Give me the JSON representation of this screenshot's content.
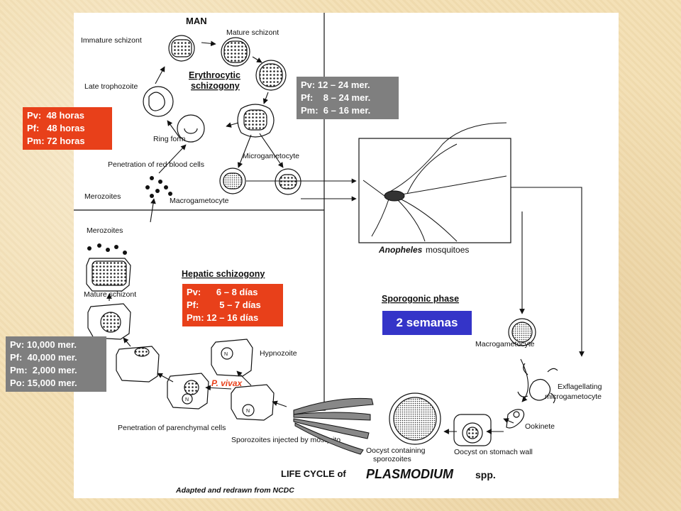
{
  "labels": {
    "man": "MAN",
    "immature_schizont": "Immature schizont",
    "mature_schizont_top": "Mature schizont",
    "erythrocytic_line1": "Erythrocytic",
    "erythrocytic_line2": "schizogony",
    "late_trophozoite": "Late trophozoite",
    "ring_form": "Ring form",
    "microgametocyte": "Microgametocyte",
    "penetration_rbc": "Penetration of red blood cells",
    "merozoites_top": "Merozoites",
    "macrogametocyte_left": "Macrogametocyte",
    "merozoites_bottom": "Merozoites",
    "mature_schizont_bottom": "Mature schizont",
    "hepatic_schizogony": "Hepatic schizogony",
    "anopheles": "Anopheles",
    "mosquitoes": "mosquitoes",
    "sporogonic_phase": "Sporogonic phase",
    "macrogametocyte_right": "Macrogametocyte",
    "hypnozoite": "Hypnozoite",
    "p_vivax": "P. vivax",
    "exflagellating_line1": "Exflagellating",
    "exflagellating_line2": "microgametocyte",
    "ookinete": "Ookinete",
    "penetration_parenchymal": "Penetration of parenchymal cells",
    "sporozoites_injected": "Sporozoites injected by mosquito",
    "oocyst_sporozoites_line1": "Oocyst containing",
    "oocyst_sporozoites_line2": "sporozoites",
    "oocyst_stomach": "Oocyst on stomach wall",
    "life_cycle_of": "LIFE CYCLE of",
    "plasmodium": "PLASMODIUM",
    "spp": "spp.",
    "adapted": "Adapted and redrawn from NCDC",
    "nucleus": "N"
  },
  "boxes": {
    "erythrocytic_duration": [
      "Pv:  48 horas",
      "Pf:   48 horas",
      "Pm: 72 horas"
    ],
    "merozoites_per_schizont_blood": [
      "Pv: 12 – 24 mer.",
      "Pf:    8 – 24 mer.",
      "Pm:  6 – 16 mer."
    ],
    "hepatic_duration": [
      "Pv:      6 – 8 días",
      "Pf:        5 – 7 días",
      "Pm: 12 – 16 días"
    ],
    "merozoites_per_schizont_liver": [
      "Pv: 10,000 mer.",
      "Pf:  40,000 mer.",
      "Pm:  2,000 mer.",
      "Po: 15,000 mer."
    ],
    "sporogonic_duration": "2 semanas"
  },
  "colors": {
    "red_box": "#e8401a",
    "gray_box": "#7f7f7f",
    "blue_box": "#3434c8",
    "p_vivax_text": "#e8401a",
    "background": "#f3dfb3"
  }
}
